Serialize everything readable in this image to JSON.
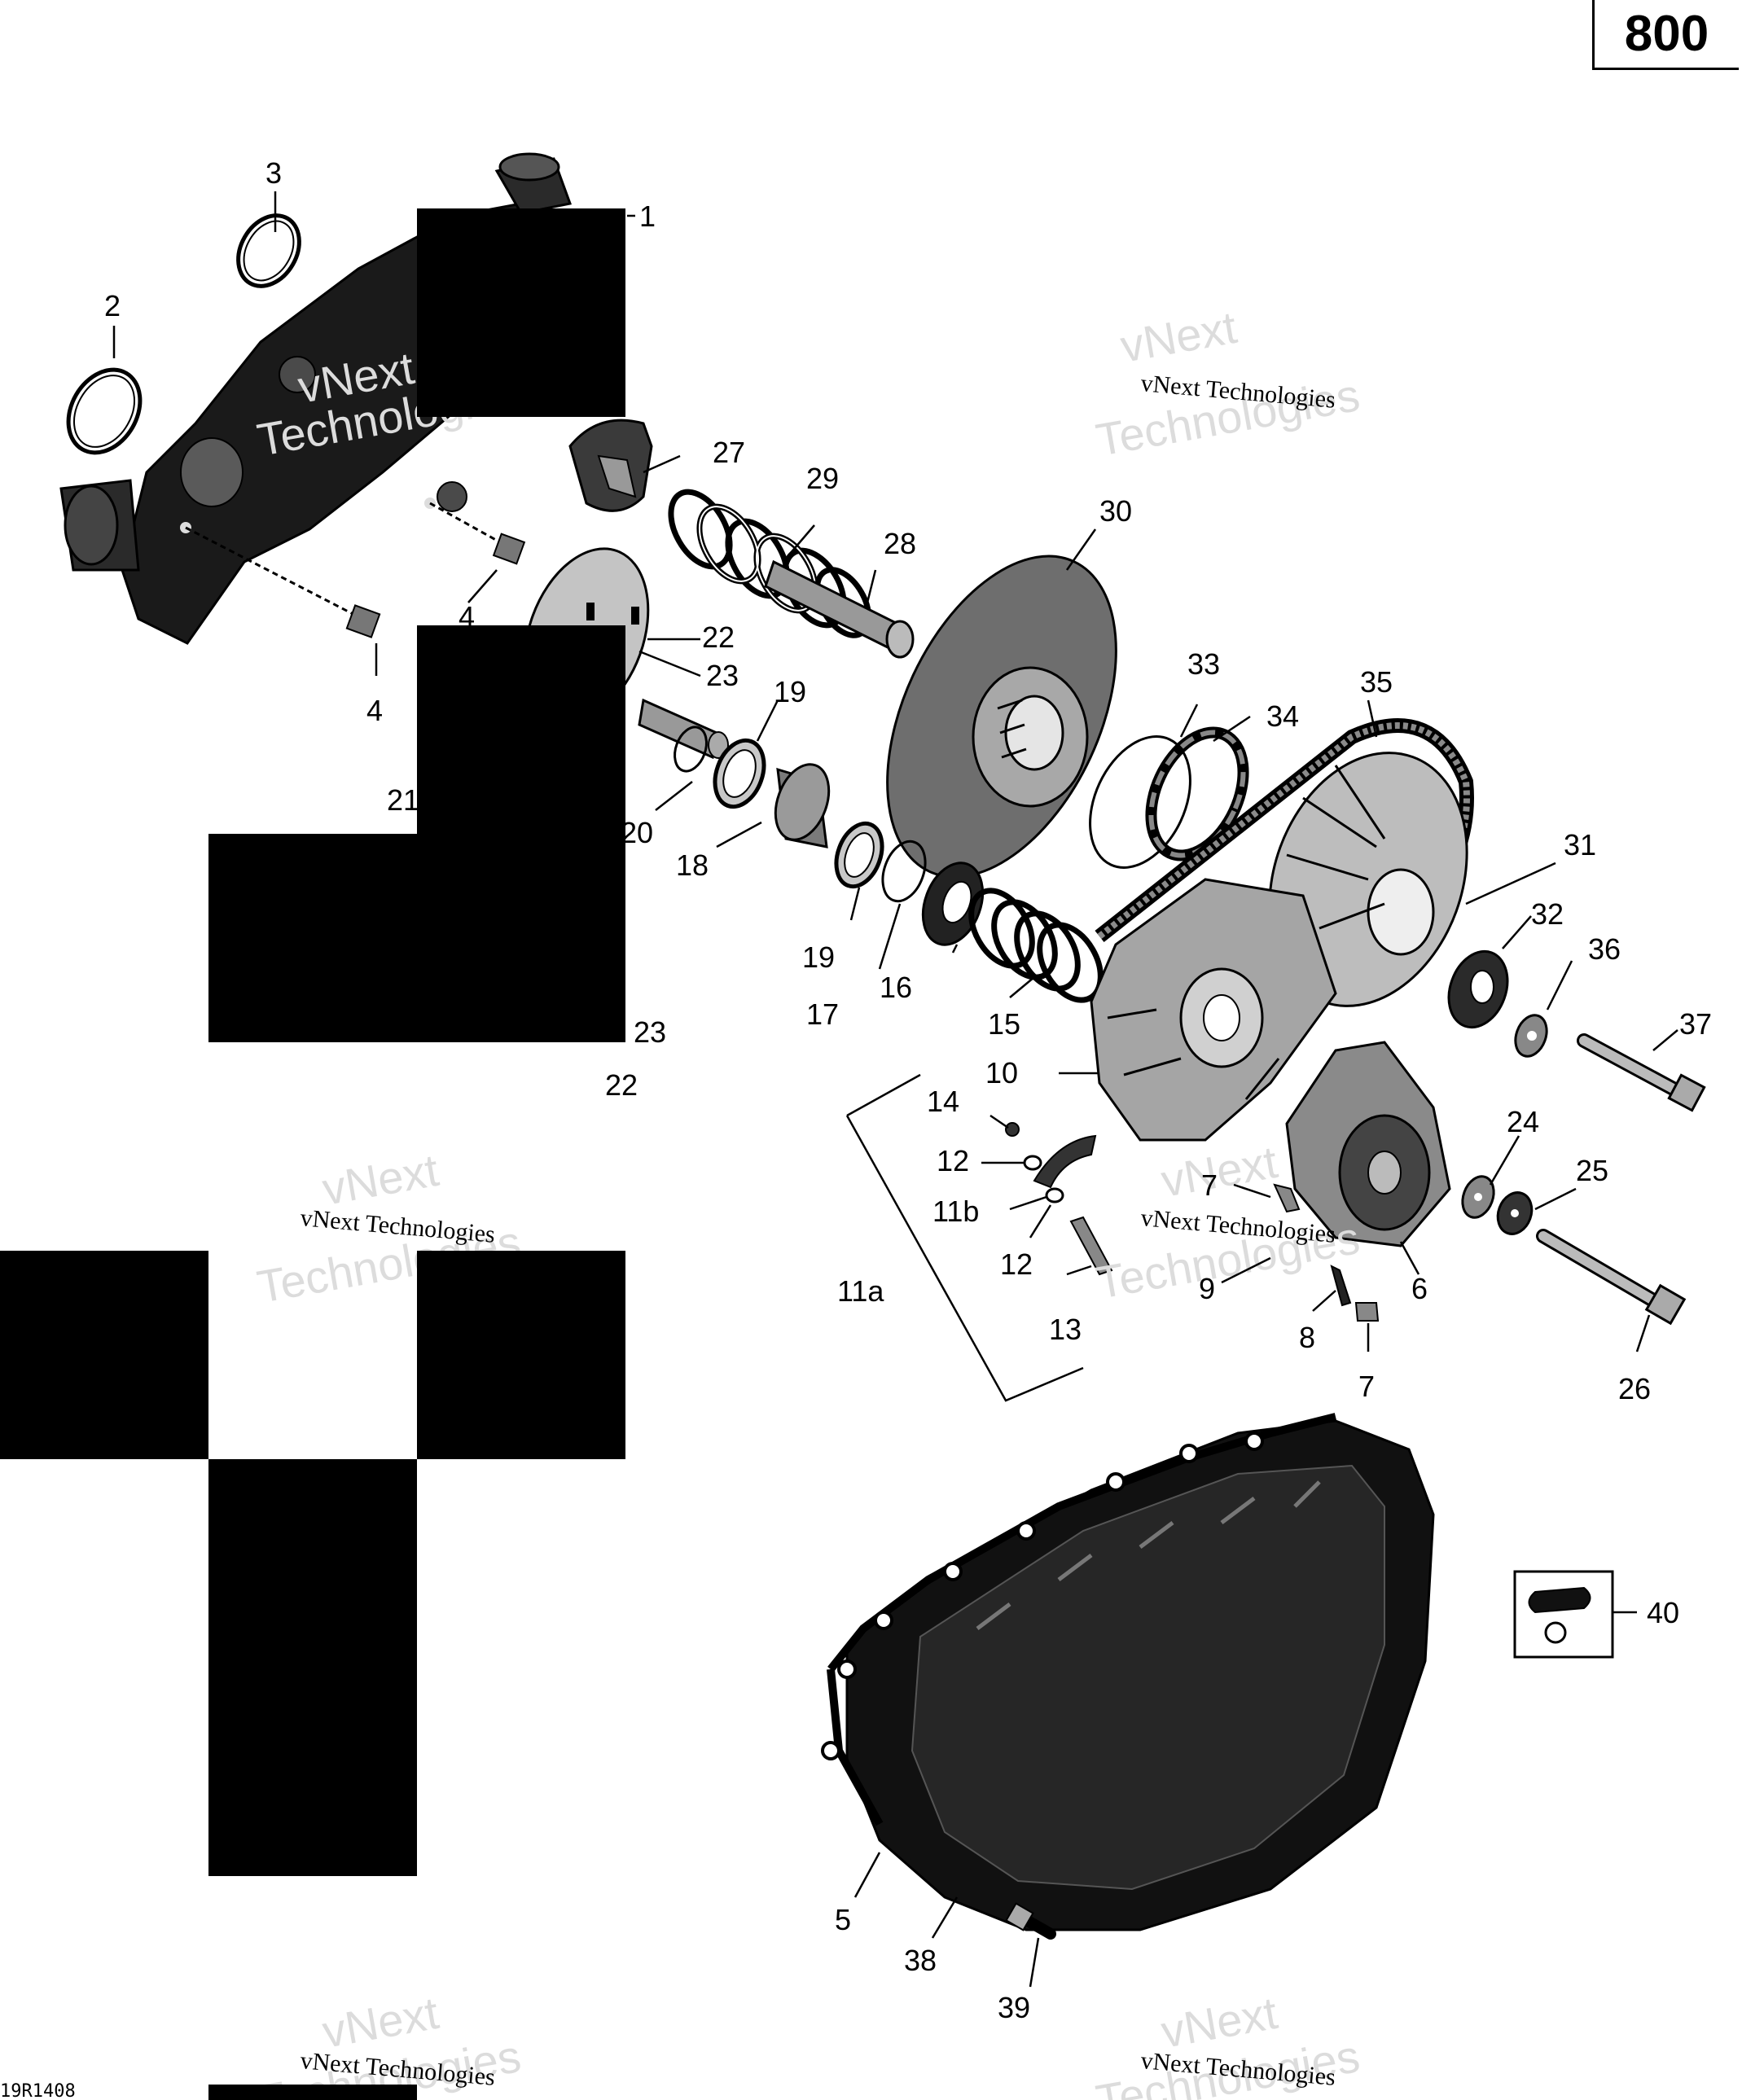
{
  "page_number": "800",
  "drawing_ref": "19R1408",
  "watermark": {
    "line1": "vNext Technologies",
    "line2a": "vNext",
    "line2b": "Technologies"
  },
  "callouts": {
    "c1": "1",
    "c2": "2",
    "c3": "3",
    "c4a": "4",
    "c4b": "4",
    "c5": "5",
    "c6": "6",
    "c7a": "7",
    "c7b": "7",
    "c8": "8",
    "c9": "9",
    "c10": "10",
    "c11a": "11a",
    "c11b": "11b",
    "c12a": "12",
    "c12b": "12",
    "c13": "13",
    "c14": "14",
    "c15": "15",
    "c16": "16",
    "c17": "17",
    "c18": "18",
    "c19a": "19",
    "c19b": "19",
    "c20": "20",
    "c21": "21",
    "c22a": "22",
    "c22b": "22",
    "c23a": "23",
    "c23b": "23",
    "c24": "24",
    "c25": "25",
    "c26": "26",
    "c27": "27",
    "c28": "28",
    "c29": "29",
    "c30": "30",
    "c31": "31",
    "c32": "32",
    "c33": "33",
    "c34": "34",
    "c35": "35",
    "c36": "36",
    "c37": "37",
    "c38": "38",
    "c39": "39",
    "c40": "40"
  }
}
